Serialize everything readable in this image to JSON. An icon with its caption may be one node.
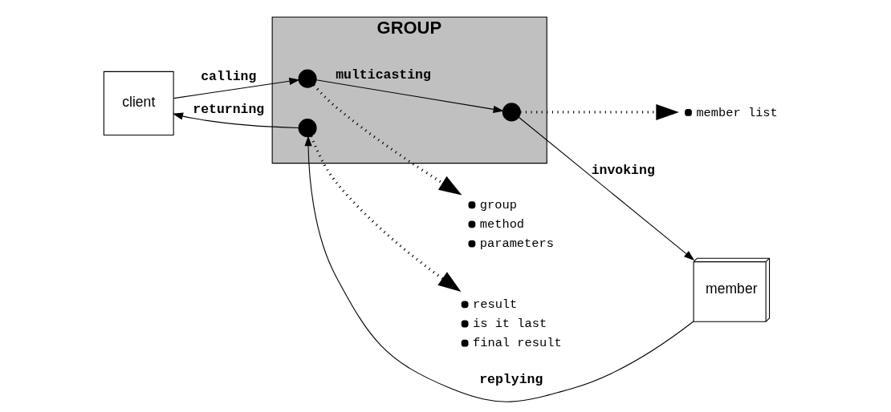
{
  "diagram": {
    "nodes": [
      {
        "text": [
          "client"
        ]
      },
      {
        "text": [
          "GROUP"
        ]
      },
      {
        "text": [],
        "shape": "circle",
        "in": 1
      },
      {
        "text": [],
        "shape": "circle",
        "in": 1
      },
      {
        "text": [],
        "shape": "circle",
        "in": 1
      },
      {
        "text": [
          "member"
        ]
      },
      {
        "text": [
          "group",
          "method",
          "parameters"
        ]
      },
      {
        "text": [
          "member list"
        ]
      },
      {
        "text": [
          "result",
          "is it last",
          "final result"
        ]
      }
    ],
    "edges": [
      {
        "from": 0,
        "to": 2,
        "arrow": "to",
        "label": "calling"
      },
      {
        "from": 2,
        "to": 3,
        "arrow": "to",
        "label": "multicasting"
      },
      {
        "from": 3,
        "to": 5,
        "arrow": "to",
        "label": "invoking"
      },
      {
        "from": 5,
        "to": 4,
        "arrow": "to",
        "label": "replying"
      },
      {
        "from": 4,
        "to": 0,
        "arrow": "to",
        "label": "returning"
      },
      {
        "from": 2,
        "to": 6,
        "arrow": "to",
        "style": "dashed"
      },
      {
        "from": 3,
        "to": 7,
        "arrow": "to",
        "style": "dashed"
      },
      {
        "from": 4,
        "to": 8,
        "arrow": "to",
        "style": "dashed"
      }
    ]
  }
}
